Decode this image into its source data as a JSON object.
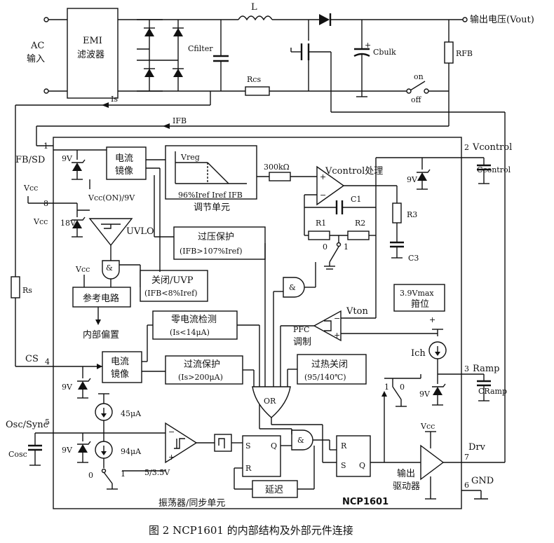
{
  "figure": {
    "caption": "图 2   NCP1601 的内部结构及外部元件连接",
    "chip_name": "NCP1601"
  },
  "input": {
    "line1": "AC",
    "line2": "输入"
  },
  "emi": {
    "line1": "EMI",
    "line2": "滤波器"
  },
  "components": {
    "L": "L",
    "Cfilter": "Cfilter",
    "Rcs": "Rcs",
    "Cbulk": "Cbulk",
    "RFB": "RFB",
    "Rs": "Rs",
    "Is": "Is",
    "IFB": "IFB",
    "Ccontrol": "Ccontrol",
    "CRamp": "CRamp",
    "Cosc": "Cosc",
    "switch_on": "on",
    "switch_off": "off"
  },
  "output": {
    "label": "输出电压(Vout)"
  },
  "pins": {
    "p1": "1",
    "p1_name": "FB/SD",
    "p2": "2",
    "p2_name": "Vcontrol",
    "p3": "3",
    "p3_name": "Ramp",
    "p4": "4",
    "p4_name": "CS",
    "p5": "5",
    "p5_name": "Osc/Sync",
    "p6": "6",
    "p6_name": "GND",
    "p7": "7",
    "p7_name": "Drv",
    "p8": "8",
    "p8_name": "Vcc"
  },
  "blocks": {
    "mirror1": {
      "line1": "电流",
      "line2": "镜像"
    },
    "mirror2": {
      "line1": "电流",
      "line2": "镜像"
    },
    "reg": {
      "vreg": "Vreg",
      "axis": "96%Iref Iref IFB",
      "title": "调节单元"
    },
    "ovp": {
      "line1": "过压保护",
      "line2": "(IFB>107%Iref)"
    },
    "uvp": {
      "line1": "关闭/UVP",
      "line2": "(IFB<8%Iref)"
    },
    "uvlo": {
      "label": "UVLO",
      "vcc_on": "Vcc(ON)/9V"
    },
    "ref": {
      "label": "参考电路",
      "bias": "内部偏置"
    },
    "zcd": {
      "line1": "零电流检测",
      "line2": "(Is<14μA)"
    },
    "ocp": {
      "line1": "过流保护",
      "line2": "(Is>200μA)"
    },
    "otp": {
      "line1": "过热关闭",
      "line2": "(95/140℃)"
    },
    "clamp": {
      "line1": "3.9Vmax",
      "line2": "箝位"
    },
    "pfc": {
      "line1": "PFC",
      "line2": "调制"
    },
    "vctrl": {
      "label": "Vcontrol处理",
      "r300": "300kΩ",
      "c1": "C1",
      "r1": "R1",
      "r2": "R2",
      "r3": "R3",
      "c3": "C3",
      "sel0": "0",
      "sel1": "1"
    },
    "vton": "Vton",
    "ich": "Ich",
    "or": "OR",
    "delay": "延迟",
    "osc": {
      "title": "振荡器/同步单元",
      "i45": "45μA",
      "i94": "94μA",
      "thr": "5/3.5V",
      "sel0": "0",
      "sel1": "1"
    },
    "ramp_sel": {
      "s1": "1",
      "s0": "0"
    },
    "drv": {
      "line1": "输出",
      "line2": "驱动器"
    },
    "zener": {
      "z1": "9V",
      "z2": "18V",
      "z3": "9V",
      "z4": "9V",
      "z5": "9V",
      "z6": "9V"
    },
    "vcc_labels": {
      "a": "Vcc",
      "b": "Vcc",
      "c": "Vcc",
      "d": "Vcc"
    },
    "sr1": {
      "s": "S",
      "r": "R",
      "q": "Q"
    },
    "sr2": {
      "s": "S",
      "r": "R",
      "q": "Q"
    }
  }
}
